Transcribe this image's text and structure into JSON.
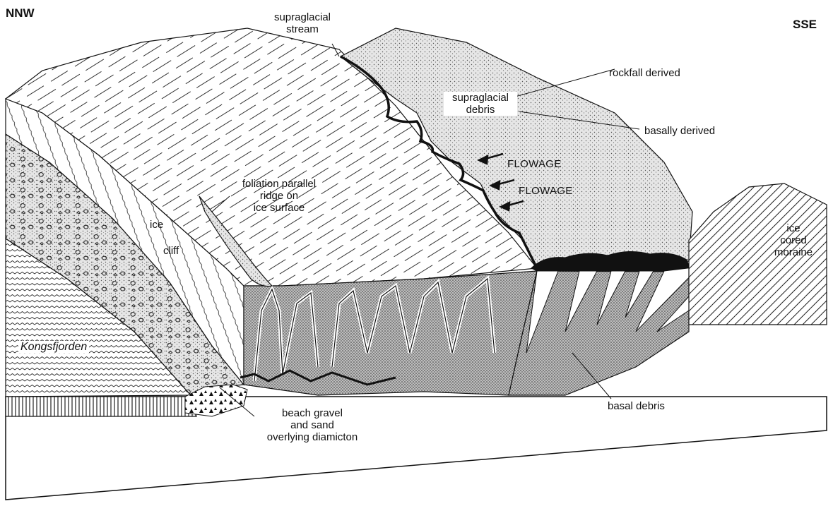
{
  "compass": {
    "left": "NNW",
    "right": "SSE"
  },
  "labels": {
    "supraglacial_stream": "supraglacial\nstream",
    "rockfall_derived": "rockfall derived",
    "supraglacial_debris": "supraglacial\ndebris",
    "basally_derived": "basally derived",
    "flowage_1": "FLOWAGE",
    "flowage_2": "FLOWAGE",
    "foliation_ridge": "foliation parallel\nridge on\nice surface",
    "ice": "ice",
    "cliff": "cliff",
    "ice_cored_moraine": "ice\ncored\nmoraine",
    "kongsfjorden": "Kongsfjorden",
    "basal_debris": "basal debris",
    "beach_gravel": "beach gravel\nand sand\noverlying diamicton"
  },
  "colors": {
    "ink": "#111111",
    "debris_fill": "#d9d9d9",
    "background": "#ffffff"
  }
}
